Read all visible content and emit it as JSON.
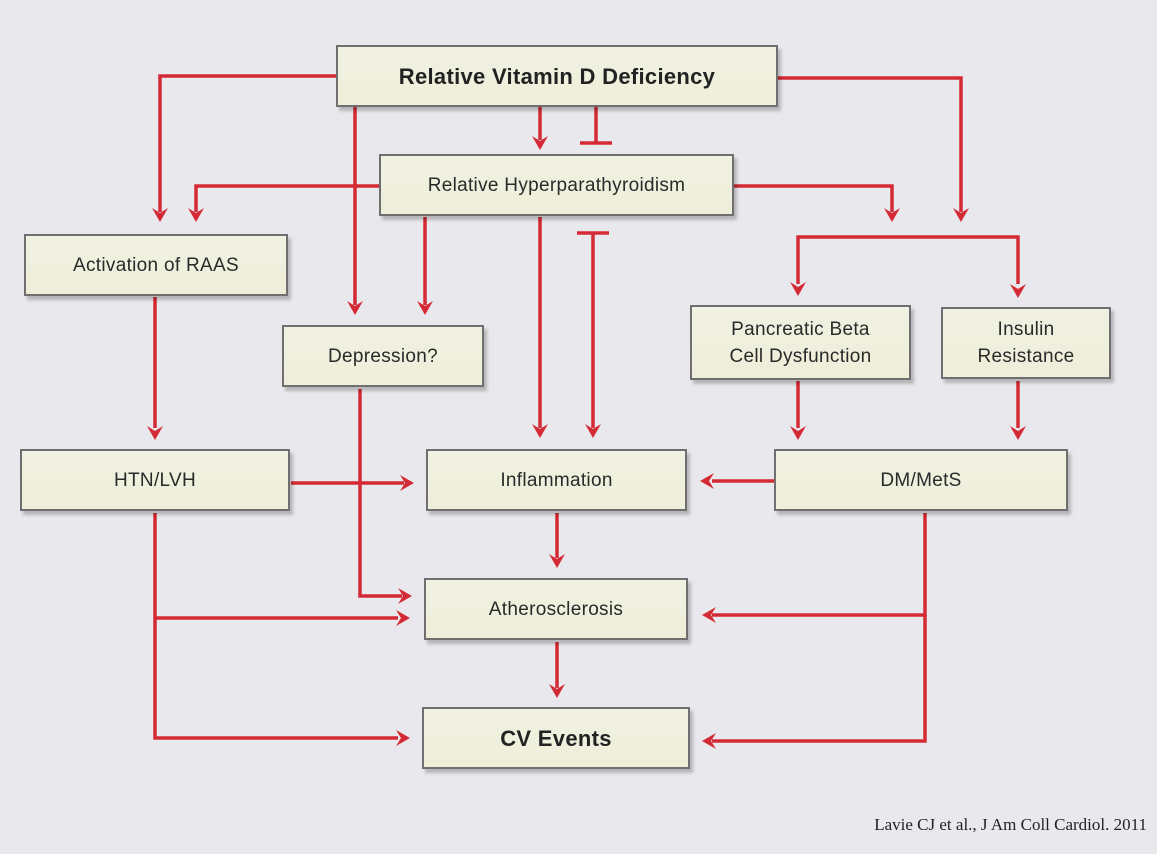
{
  "diagram": {
    "nodes": {
      "vitamin_d": "Relative Vitamin D Deficiency",
      "hyperpara": "Relative Hyperparathyroidism",
      "raas": "Activation of RAAS",
      "depression": "Depression?",
      "pancreatic_1": "Pancreatic Beta",
      "pancreatic_2": "Cell Dysfunction",
      "insulin_1": "Insulin",
      "insulin_2": "Resistance",
      "htn": "HTN/LVH",
      "inflammation": "Inflammation",
      "dm": "DM/MetS",
      "athero": "Atherosclerosis",
      "cv": "CV Events"
    },
    "edges": [
      {
        "from": "Relative Vitamin D Deficiency",
        "to": "Relative Hyperparathyroidism",
        "type": "activates"
      },
      {
        "from": "Relative Vitamin D Deficiency",
        "to": "Relative Hyperparathyroidism",
        "type": "inhibits"
      },
      {
        "from": "Relative Vitamin D Deficiency",
        "to": "Activation of RAAS",
        "type": "activates"
      },
      {
        "from": "Relative Vitamin D Deficiency",
        "to": "Depression?",
        "type": "activates"
      },
      {
        "from": "Relative Vitamin D Deficiency",
        "to": "Pancreatic Beta Cell Dysfunction / Insulin Resistance",
        "type": "activates"
      },
      {
        "from": "Relative Hyperparathyroidism",
        "to": "Activation of RAAS",
        "type": "activates"
      },
      {
        "from": "Relative Hyperparathyroidism",
        "to": "Depression?",
        "type": "activates"
      },
      {
        "from": "Relative Hyperparathyroidism",
        "to": "Inflammation",
        "type": "activates"
      },
      {
        "from": "Relative Hyperparathyroidism",
        "to": "Inflammation",
        "type": "inhibits"
      },
      {
        "from": "Relative Hyperparathyroidism",
        "to": "Pancreatic Beta Cell Dysfunction / Insulin Resistance",
        "type": "activates"
      },
      {
        "from": "Activation of RAAS",
        "to": "HTN/LVH",
        "type": "activates"
      },
      {
        "from": "Depression?",
        "to": "Atherosclerosis",
        "type": "activates"
      },
      {
        "from": "Pancreatic Beta Cell Dysfunction",
        "to": "DM/MetS",
        "type": "activates"
      },
      {
        "from": "Insulin Resistance",
        "to": "DM/MetS",
        "type": "activates"
      },
      {
        "from": "HTN/LVH",
        "to": "Inflammation",
        "type": "activates"
      },
      {
        "from": "HTN/LVH",
        "to": "Atherosclerosis",
        "type": "activates"
      },
      {
        "from": "HTN/LVH",
        "to": "CV Events",
        "type": "activates"
      },
      {
        "from": "DM/MetS",
        "to": "Inflammation",
        "type": "activates"
      },
      {
        "from": "DM/MetS",
        "to": "Atherosclerosis",
        "type": "activates"
      },
      {
        "from": "DM/MetS",
        "to": "CV Events",
        "type": "activates"
      },
      {
        "from": "Inflammation",
        "to": "Atherosclerosis",
        "type": "activates"
      },
      {
        "from": "Atherosclerosis",
        "to": "CV Events",
        "type": "activates"
      }
    ],
    "colors": {
      "arrow": "#d42a35",
      "box_border": "#6f6f6f",
      "box_fill": "#efefdd",
      "background": "#e9e8ec"
    }
  },
  "citation": "Lavie CJ et al., J Am Coll Cardiol. 2011"
}
